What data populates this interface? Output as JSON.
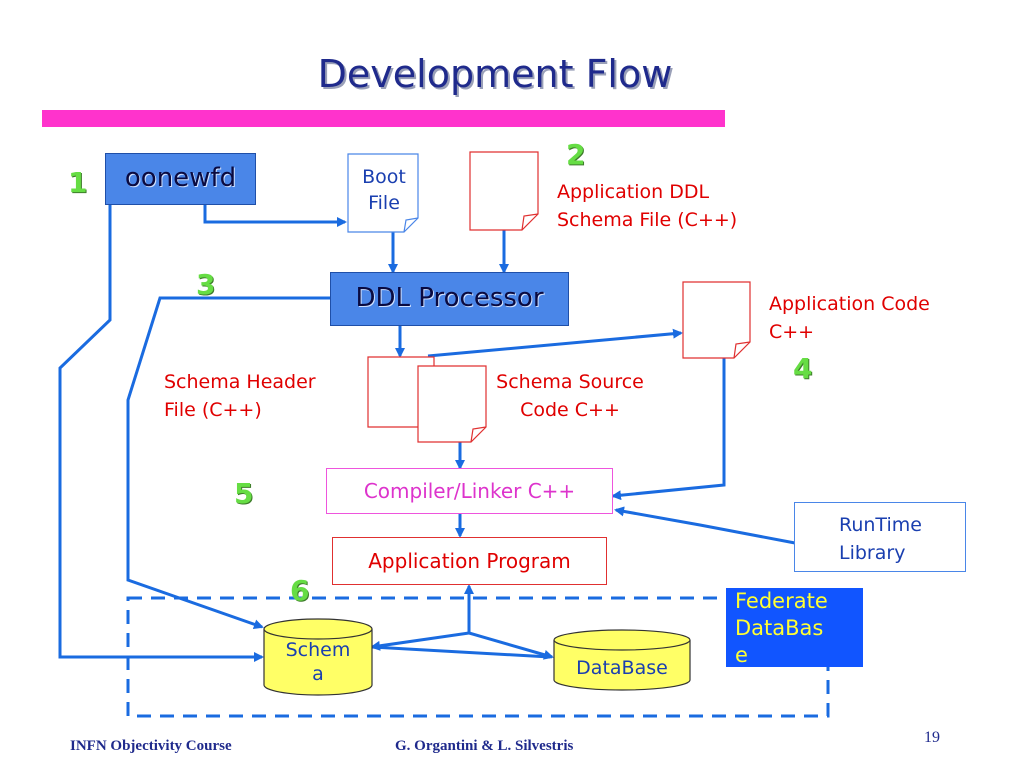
{
  "slide": {
    "title": "Development Flow",
    "page_number": "19",
    "footer_left": "INFN Objectivity Course",
    "footer_center": "G. Organtini & L. Silvestris"
  },
  "steps": {
    "s1": "1",
    "s2": "2",
    "s3": "3",
    "s4": "4",
    "s5": "5",
    "s6": "6"
  },
  "nodes": {
    "oonewfd": "oonewfd",
    "boot_file_line1": "Boot",
    "boot_file_line2": "File",
    "app_ddl_line1": "Application DDL",
    "app_ddl_line2": "Schema File (C++)",
    "ddl_processor": "DDL Processor",
    "app_code_line1": "Application Code",
    "app_code_line2": "C++",
    "schema_header_line1": "Schema Header",
    "schema_header_line2": "File (C++)",
    "schema_source_line1": "Schema Source",
    "schema_source_line2": "Code C++",
    "compiler_linker": "Compiler/Linker C++",
    "runtime_line1": "RunTime",
    "runtime_line2": "Library",
    "application_program": "Application Program",
    "federate_line1": "Federate",
    "federate_line2": "DataBas",
    "federate_line3": "e",
    "schema_line1": "Schem",
    "schema_line2": "a",
    "database": "DataBase"
  },
  "colors": {
    "title": "#1f2a8c",
    "accent_bar": "#ff33cc",
    "box_blue": "#4a86e8",
    "arrow": "#1a6be0",
    "step_number": "#66dd44",
    "red_text": "#e00000",
    "federate_bg": "#1155ff",
    "federate_text": "#ffff33",
    "cylinder_fill": "#ffff66"
  }
}
